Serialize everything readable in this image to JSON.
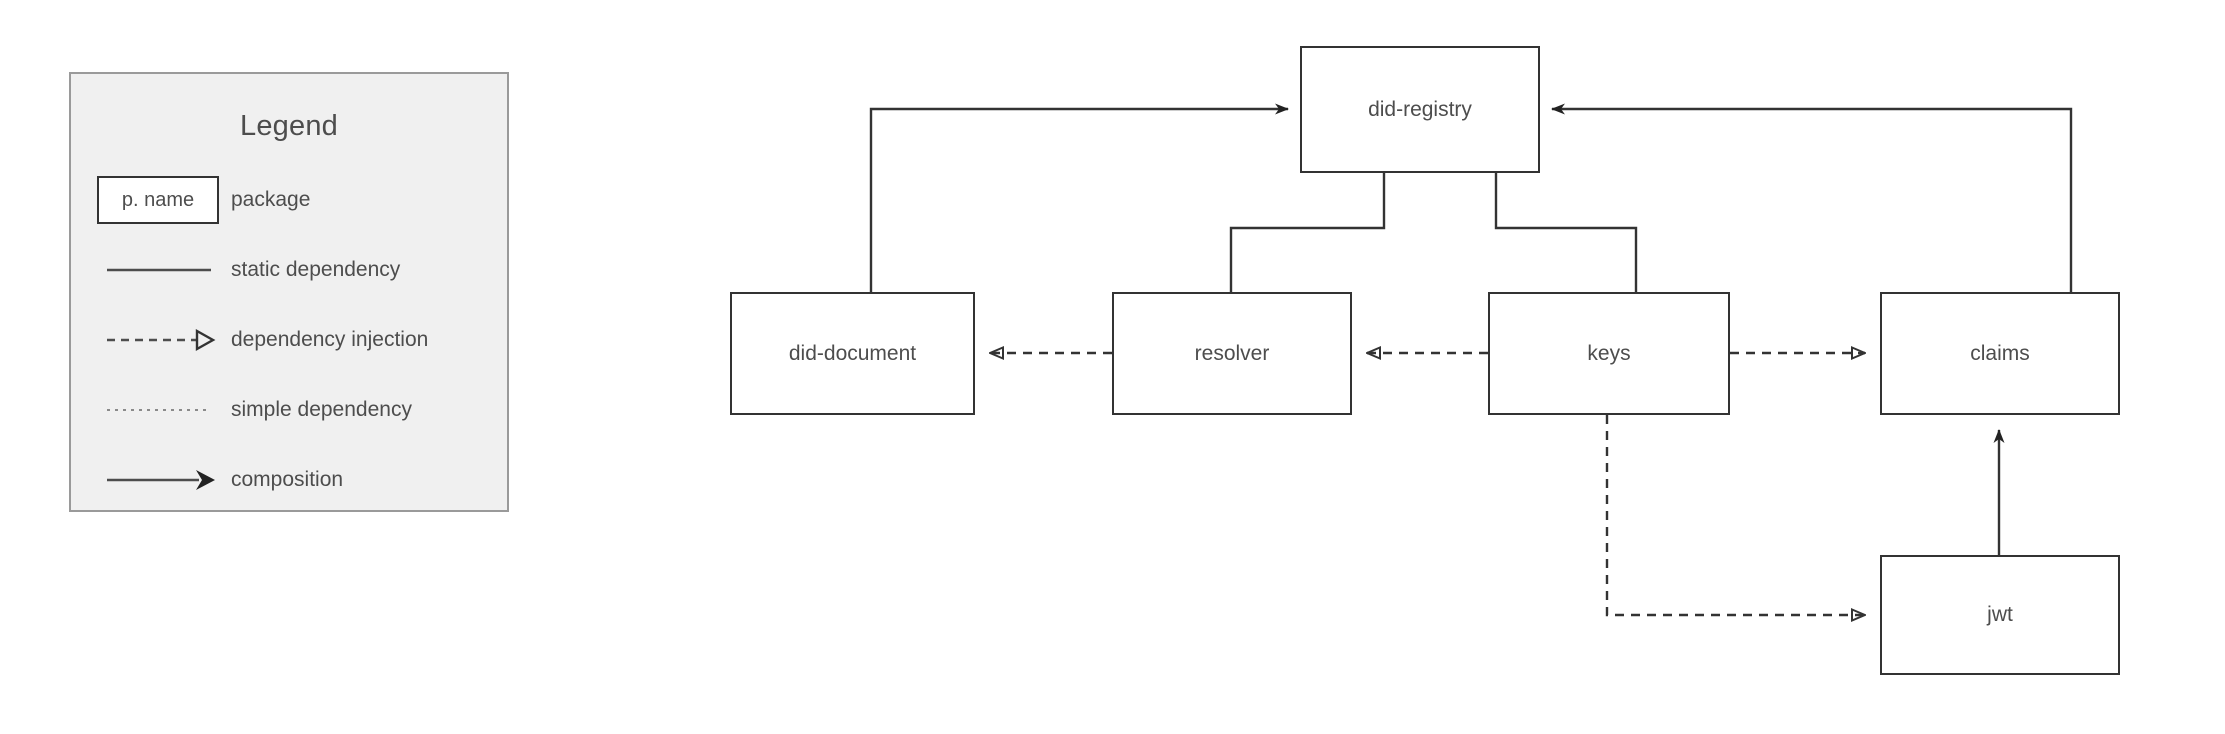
{
  "legend": {
    "title": "Legend",
    "package_sample_text": "p. name",
    "rows": [
      {
        "label": "package",
        "sample": "package-box-icon"
      },
      {
        "label": "static dependency",
        "sample": "solid-line-icon"
      },
      {
        "label": "dependency injection",
        "sample": "dashed-open-arrow-icon"
      },
      {
        "label": "simple dependency",
        "sample": "dotted-line-icon"
      },
      {
        "label": "composition",
        "sample": "solid-filled-arrow-icon"
      }
    ]
  },
  "diagram": {
    "nodes": [
      {
        "id": "did-registry",
        "label": "did-registry"
      },
      {
        "id": "did-document",
        "label": "did-document"
      },
      {
        "id": "resolver",
        "label": "resolver"
      },
      {
        "id": "keys",
        "label": "keys"
      },
      {
        "id": "claims",
        "label": "claims"
      },
      {
        "id": "jwt",
        "label": "jwt"
      }
    ],
    "edges": [
      {
        "from": "did-document",
        "to": "did-registry",
        "kind": "composition"
      },
      {
        "from": "claims",
        "to": "did-registry",
        "kind": "composition"
      },
      {
        "from": "did-registry",
        "to": "resolver",
        "kind": "static dependency"
      },
      {
        "from": "did-registry",
        "to": "keys",
        "kind": "static dependency"
      },
      {
        "from": "resolver",
        "to": "did-document",
        "kind": "dependency injection"
      },
      {
        "from": "keys",
        "to": "resolver",
        "kind": "dependency injection"
      },
      {
        "from": "keys",
        "to": "claims",
        "kind": "dependency injection"
      },
      {
        "from": "keys",
        "to": "jwt",
        "kind": "dependency injection"
      },
      {
        "from": "jwt",
        "to": "claims",
        "kind": "composition"
      }
    ]
  },
  "colors": {
    "node_border": "#333333",
    "node_fill": "#ffffff",
    "text": "#4d4d4d",
    "legend_fill": "#f0f0f0",
    "legend_border": "#9a9a9a",
    "edge": "#333333",
    "background": "#ffffff"
  }
}
